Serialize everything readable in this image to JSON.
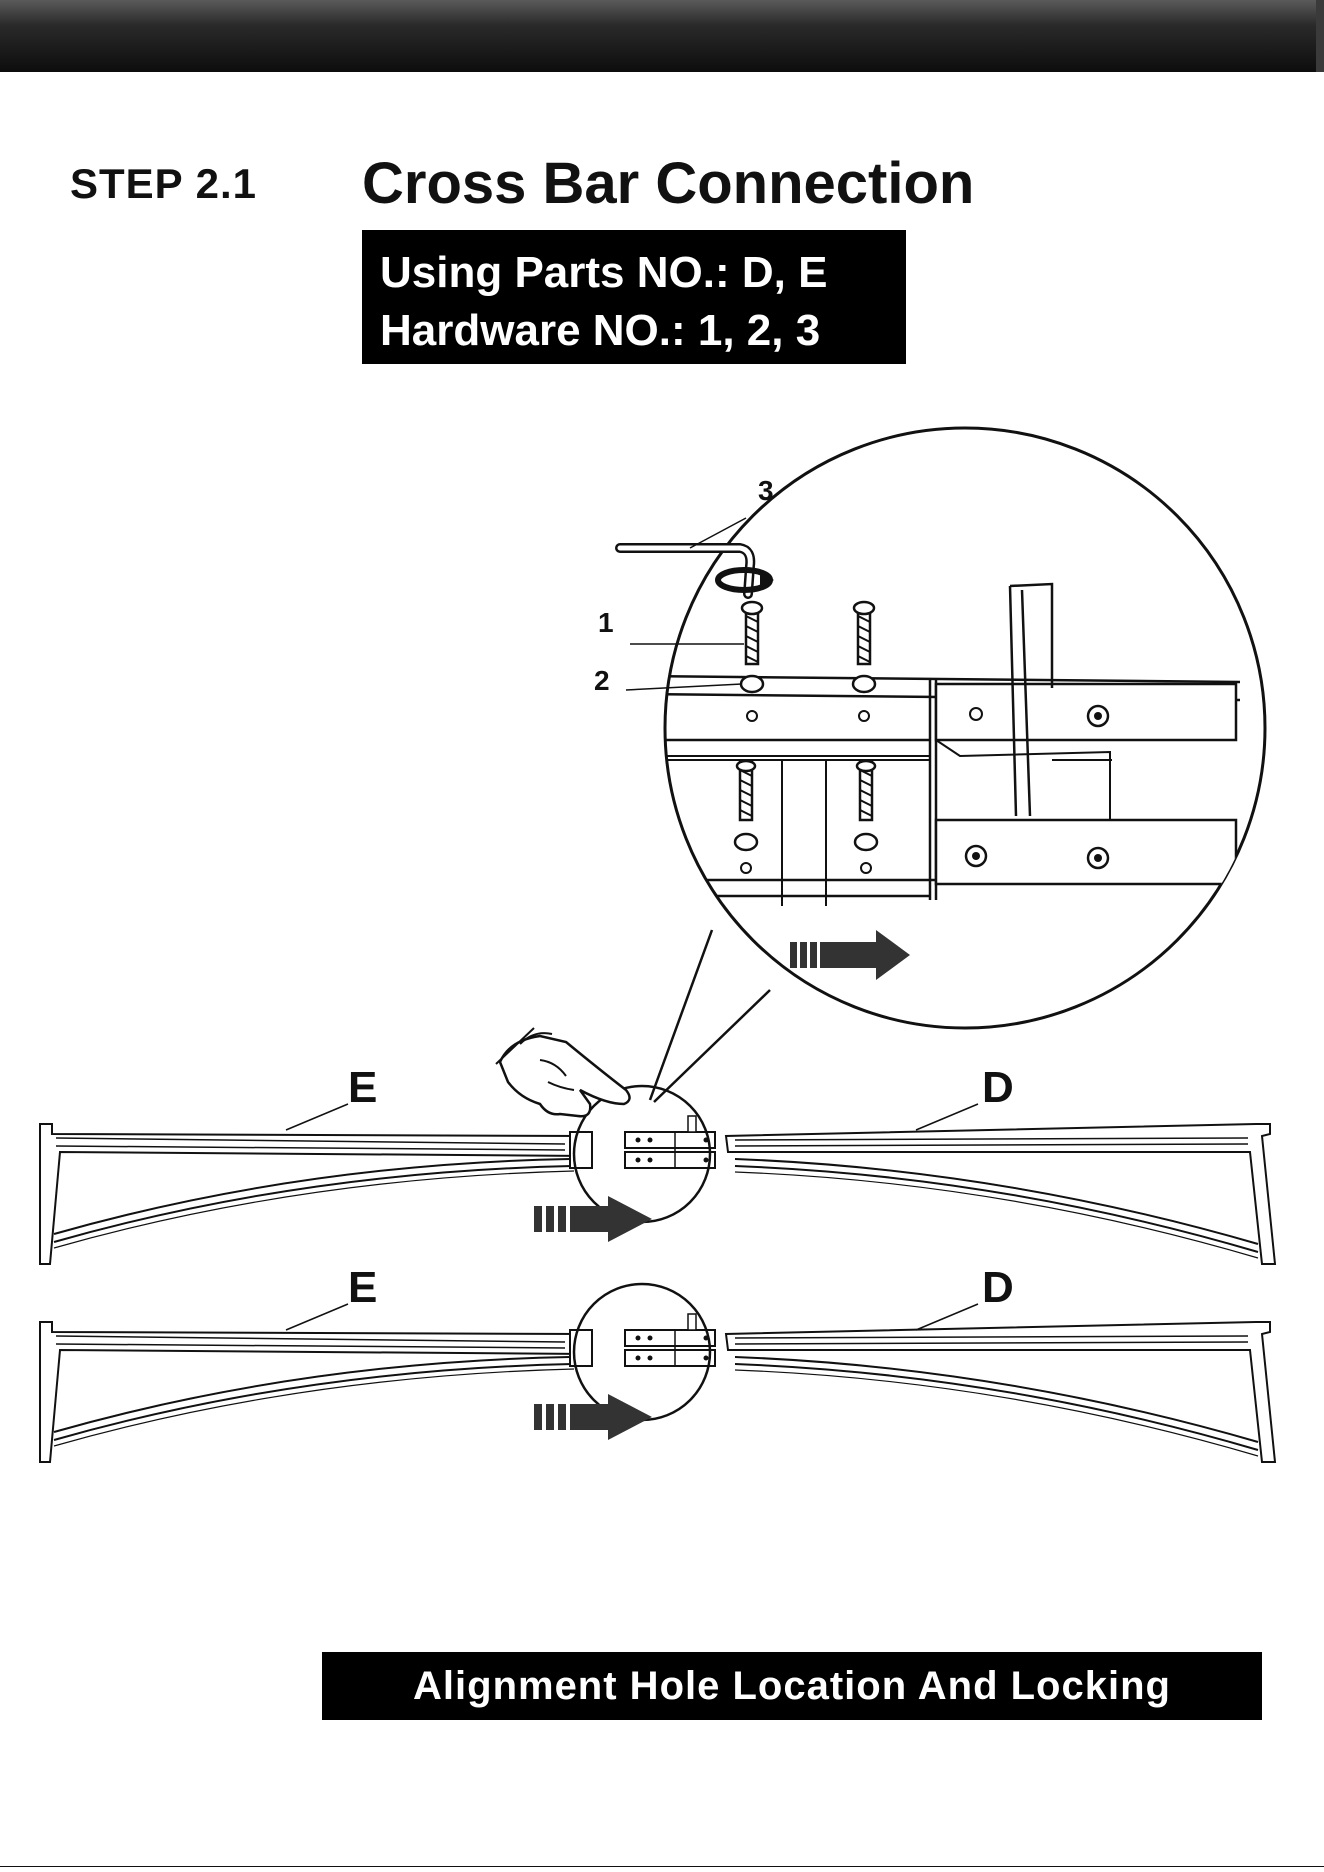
{
  "step": {
    "label": "STEP 2.1",
    "title": "Cross Bar Connection"
  },
  "parts": {
    "using_line": "Using Parts NO.: D, E",
    "hardware_line": "Hardware NO.: 1, 2, 3"
  },
  "callouts": {
    "wrench": "3",
    "bolt": "1",
    "washer": "2",
    "left_bar": "E",
    "right_bar": "D"
  },
  "footer": {
    "caption": "Alignment Hole Location And Locking"
  },
  "icons": [
    "allen-wrench-icon",
    "bolt-icon",
    "washer-icon",
    "pointing-hand-icon",
    "direction-arrow-icon"
  ],
  "colors": {
    "ink": "#111111",
    "box_bg": "#000000",
    "box_text": "#ffffff",
    "arrow": "#333333"
  }
}
